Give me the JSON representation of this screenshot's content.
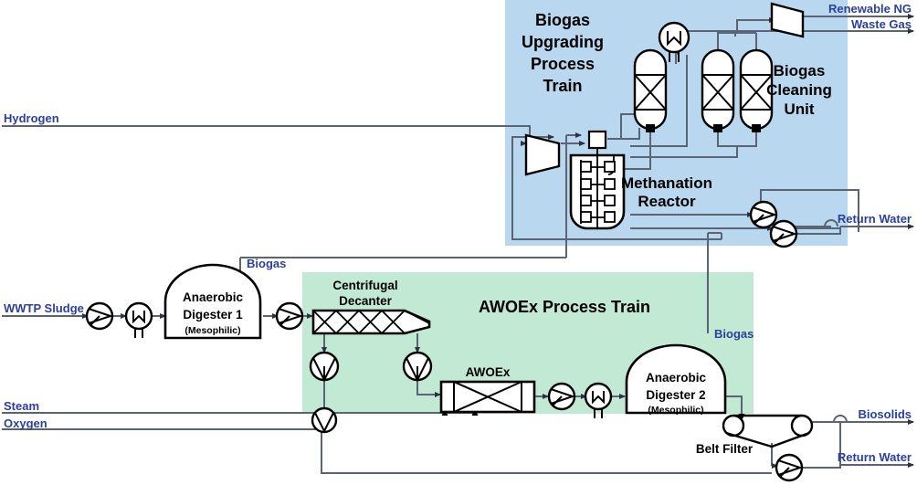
{
  "diagram": {
    "title": "Anaerobic digestion with AWOEx and biogas upgrading process flow diagram",
    "colors": {
      "upgrading_zone_fill": "#b9d7ee",
      "awoex_zone_fill": "#c2e9d3",
      "stream_label": "#2b3f9e",
      "line": "#5a6472",
      "equipment_outline": "#000000"
    }
  },
  "zones": {
    "upgrading": {
      "title_lines": [
        "Biogas",
        "Upgrading",
        "Process",
        "Train"
      ]
    },
    "awoex": {
      "title": "AWOEx Process Train"
    }
  },
  "streams": {
    "hydrogen": "Hydrogen",
    "wwtp_sludge": "WWTP Sludge",
    "steam": "Steam",
    "oxygen": "Oxygen",
    "renewable_ng": "Renewable NG",
    "waste_gas": "Waste Gas",
    "return_water_top": "Return Water",
    "biosolids": "Biosolids",
    "return_water_bottom": "Return Water",
    "biogas_left": "Biogas",
    "biogas_right": "Biogas"
  },
  "equipment": {
    "digester1": {
      "name": "Anaerobic",
      "name2": "Digester 1",
      "subtitle": "(Mesophilic)"
    },
    "digester2": {
      "name": "Anaerobic",
      "name2": "Digester 2",
      "subtitle": "(Mesophilic)"
    },
    "centrifugal_decanter": {
      "line1": "Centrifugal",
      "line2": "Decanter"
    },
    "awoex_unit": "AWOEx",
    "methanation_reactor": {
      "line1": "Methanation",
      "line2": "Reactor"
    },
    "biogas_cleaning_unit": {
      "line1": "Biogas",
      "line2": "Cleaning",
      "line3": "Unit"
    },
    "belt_filter": "Belt Filter"
  }
}
